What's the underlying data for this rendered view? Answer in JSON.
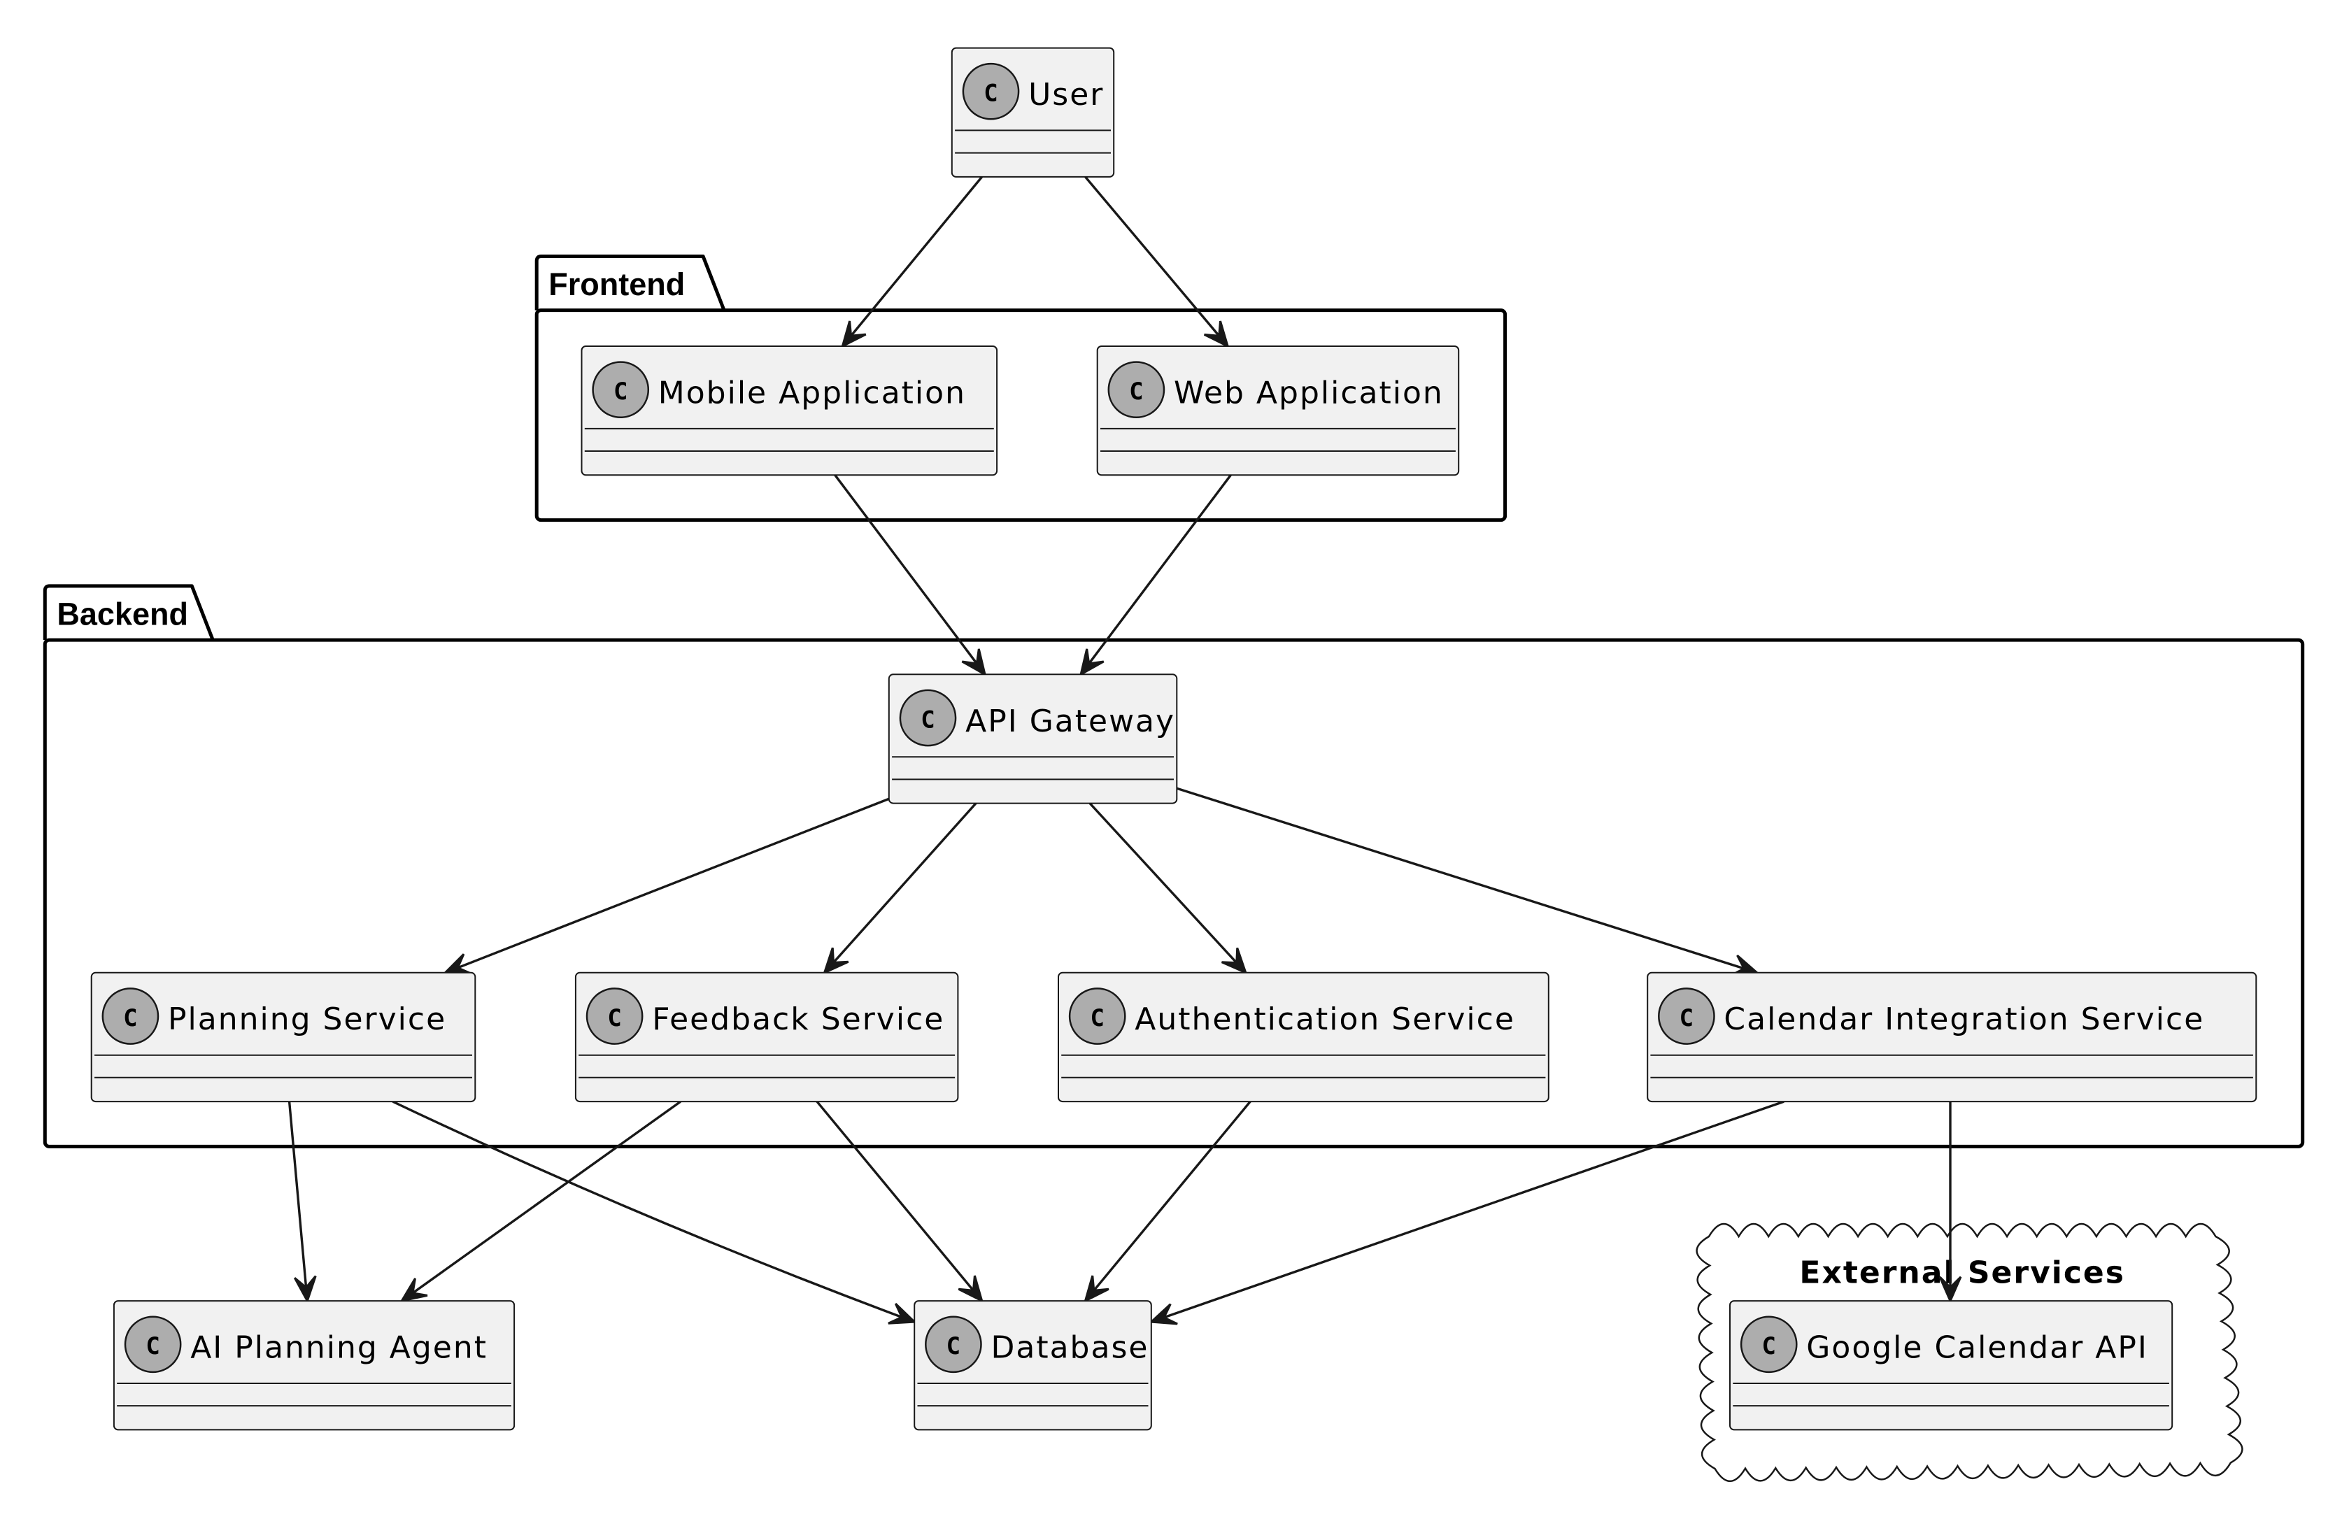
{
  "packages": [
    {
      "id": "frontend",
      "label": "Frontend"
    },
    {
      "id": "backend",
      "label": "Backend"
    }
  ],
  "cloud": {
    "id": "external",
    "label": "External Services"
  },
  "classes": [
    {
      "id": "user",
      "name": "User",
      "stereotype": "C"
    },
    {
      "id": "mobile",
      "name": "Mobile Application",
      "stereotype": "C"
    },
    {
      "id": "web",
      "name": "Web Application",
      "stereotype": "C"
    },
    {
      "id": "gateway",
      "name": "API Gateway",
      "stereotype": "C"
    },
    {
      "id": "planning",
      "name": "Planning Service",
      "stereotype": "C"
    },
    {
      "id": "feedback",
      "name": "Feedback Service",
      "stereotype": "C"
    },
    {
      "id": "auth",
      "name": "Authentication Service",
      "stereotype": "C"
    },
    {
      "id": "calendar",
      "name": "Calendar Integration Service",
      "stereotype": "C"
    },
    {
      "id": "aiagent",
      "name": "AI Planning Agent",
      "stereotype": "C"
    },
    {
      "id": "database",
      "name": "Database",
      "stereotype": "C"
    },
    {
      "id": "gcal",
      "name": "Google Calendar API",
      "stereotype": "C"
    }
  ],
  "edges": [
    {
      "from": "user",
      "to": "mobile"
    },
    {
      "from": "user",
      "to": "web"
    },
    {
      "from": "mobile",
      "to": "gateway"
    },
    {
      "from": "web",
      "to": "gateway"
    },
    {
      "from": "gateway",
      "to": "planning"
    },
    {
      "from": "gateway",
      "to": "feedback"
    },
    {
      "from": "gateway",
      "to": "auth"
    },
    {
      "from": "gateway",
      "to": "calendar"
    },
    {
      "from": "planning",
      "to": "aiagent"
    },
    {
      "from": "planning",
      "to": "database"
    },
    {
      "from": "feedback",
      "to": "aiagent"
    },
    {
      "from": "feedback",
      "to": "database"
    },
    {
      "from": "auth",
      "to": "database"
    },
    {
      "from": "calendar",
      "to": "database"
    },
    {
      "from": "calendar",
      "to": "gcal"
    }
  ],
  "colors": {
    "class_fill": "#f1f1f1",
    "class_stroke": "#181818",
    "badge_fill": "#adadad",
    "edge": "#181818",
    "background": "#ffffff"
  }
}
